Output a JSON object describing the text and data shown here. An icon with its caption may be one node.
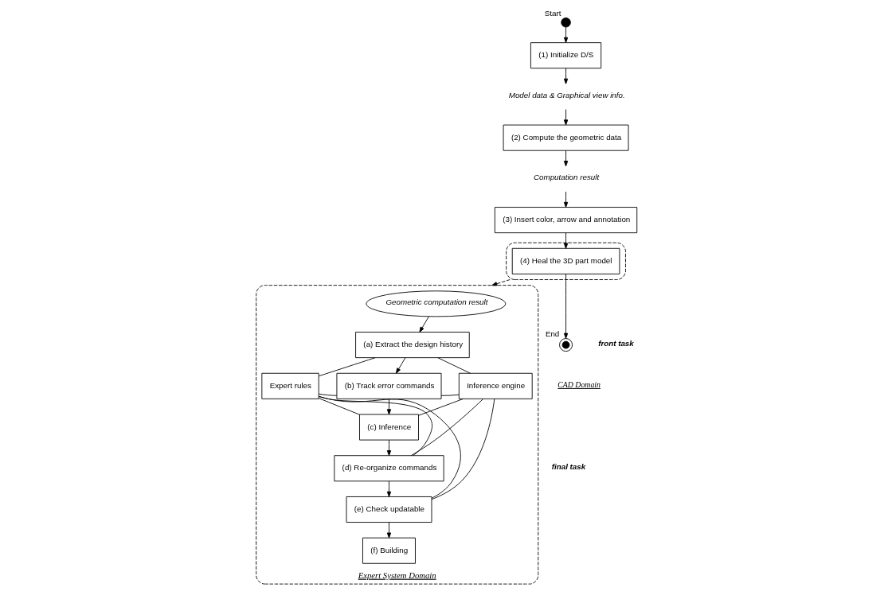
{
  "diagram": {
    "nodes": [
      {
        "text": [],
        "shape": "circle",
        "beside": [
          "Start"
        ]
      },
      {
        "text": [
          "(1) Initialize D/S"
        ]
      },
      {
        "text": [
          "Model data & Graphical view info."
        ]
      },
      {
        "text": [
          "(2) Compute the geometric data"
        ]
      },
      {
        "text": [
          "Computation result"
        ]
      },
      {
        "text": [
          "(3) Insert color, arrow and annotation"
        ]
      },
      {
        "text": [],
        "shape": "ellipse"
      },
      {
        "text": [
          "(4) Heal the 3D part model"
        ],
        "in": 6
      },
      {
        "text": [],
        "shape": "circle",
        "beside": [
          "End"
        ]
      },
      {
        "text": [
          "Expert System Domain"
        ]
      },
      {
        "text": [
          "Geometric computation result"
        ],
        "in": 9
      },
      {
        "text": [
          "(a) Extract the design history"
        ],
        "in": 9
      },
      {
        "text": [
          "(b) Track error commands"
        ],
        "in": 9
      },
      {
        "text": [
          "(c) Inference"
        ],
        "in": 9
      },
      {
        "text": [
          "(d) Re-organize commands"
        ],
        "in": 9
      },
      {
        "text": [
          "(e) Check updatable"
        ],
        "in": 9
      },
      {
        "text": [
          "(f) Building"
        ],
        "in": 9
      },
      {
        "text": [
          "Expert rules"
        ],
        "in": 9
      },
      {
        "text": [
          "Inference engine"
        ],
        "in": 9
      }
    ],
    "edges": [
      {
        "from": 0,
        "to": 1,
        "arrow": "to"
      },
      {
        "from": 1,
        "to": 2,
        "arrow": "to"
      },
      {
        "from": 2,
        "to": 3,
        "arrow": "to"
      },
      {
        "from": 3,
        "to": 4,
        "arrow": "to"
      },
      {
        "from": 4,
        "to": 5,
        "arrow": "to"
      },
      {
        "from": 5,
        "to": 7,
        "arrow": "to"
      },
      {
        "from": 7,
        "to": 8,
        "arrow": "to"
      },
      {
        "from": 6,
        "to": 9,
        "arrow": "to",
        "style": "dashed"
      },
      {
        "from": 10,
        "to": 11,
        "arrow": "to"
      },
      {
        "from": 11,
        "to": 12,
        "arrow": "to"
      },
      {
        "from": 12,
        "to": 13,
        "arrow": "to"
      },
      {
        "from": 13,
        "to": 14,
        "arrow": "to"
      },
      {
        "from": 14,
        "to": 15,
        "arrow": "to"
      },
      {
        "from": 15,
        "to": 16,
        "arrow": "to"
      },
      {
        "from": 17,
        "to": 11,
        "arrow": "none"
      },
      {
        "from": 17,
        "to": 12,
        "arrow": "none"
      },
      {
        "from": 17,
        "to": 13,
        "arrow": "none"
      },
      {
        "from": 17,
        "to": 14,
        "arrow": "none"
      },
      {
        "from": 17,
        "to": 15,
        "arrow": "none"
      },
      {
        "from": 18,
        "to": 11,
        "arrow": "none"
      },
      {
        "from": 18,
        "to": 12,
        "arrow": "none"
      },
      {
        "from": 18,
        "to": 13,
        "arrow": "none"
      },
      {
        "from": 18,
        "to": 14,
        "arrow": "none"
      },
      {
        "from": 18,
        "to": 15,
        "arrow": "none"
      }
    ],
    "labels": [
      "front task",
      "final task",
      "CAD Domain"
    ]
  }
}
